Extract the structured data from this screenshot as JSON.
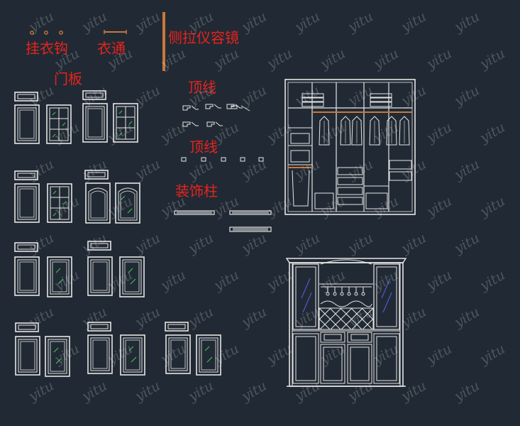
{
  "labels": {
    "hanger_hook": "挂衣钩",
    "clothes_rod": "衣通",
    "side_mirror": "侧拉仪容镜",
    "door_panel": "门板",
    "top_line_1": "顶线",
    "top_line_2": "顶线",
    "deco_column": "装饰柱"
  },
  "watermark": "yitu",
  "colors": {
    "background": "#212a34",
    "line": "#e6e6e6",
    "label": "#e8231d",
    "accent_orange": "#c8783c",
    "glass_green": "#3fcf5a",
    "glass_blue": "#4a5ad0"
  }
}
